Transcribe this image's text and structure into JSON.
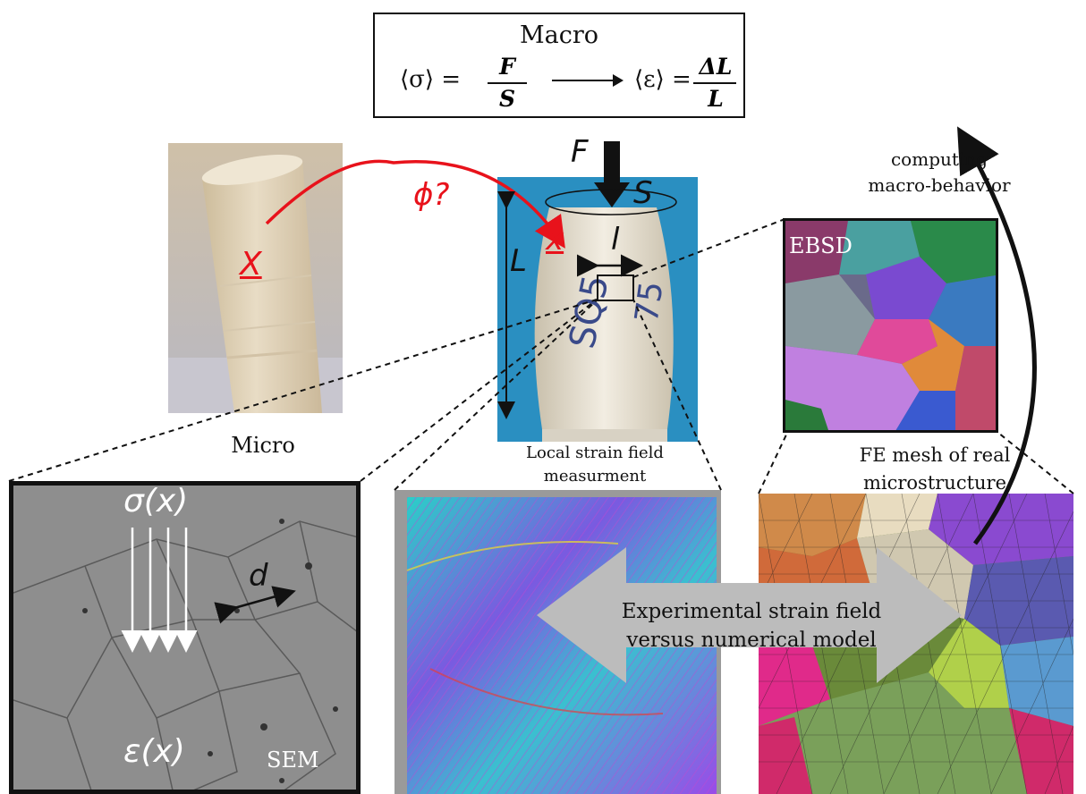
{
  "macro": {
    "title": "Macro",
    "lhs_open": "⟨σ⟩ =",
    "lhs_num": "F",
    "lhs_den": "S",
    "rhs_open": "⟨ε⟩ =",
    "rhs_num": "ΔL",
    "rhs_den": "L"
  },
  "labels": {
    "micro": "Micro",
    "local_strain_line1": "Local strain field",
    "local_strain_line2": "measurment",
    "fe_mesh_line1": "FE mesh of real",
    "fe_mesh_line2": "microstructure",
    "computing_line1": "computing",
    "computing_line2": "macro-behavior",
    "ebsd": "EBSD",
    "sem": "SEM",
    "sigma_x": "σ(x)",
    "eps_x": "ε(x)",
    "d": "d",
    "phi": "ϕ?",
    "X_big": "X",
    "x_small": "x",
    "F": "F",
    "S": "S",
    "L": "L",
    "l": "l",
    "exp_line1": "Experimental strain field",
    "exp_line2": "versus numerical model"
  },
  "colors": {
    "accent_red": "#e8121b",
    "arrow_gray": "#bcbcbc",
    "sample_bg": "#2a8fc1"
  }
}
